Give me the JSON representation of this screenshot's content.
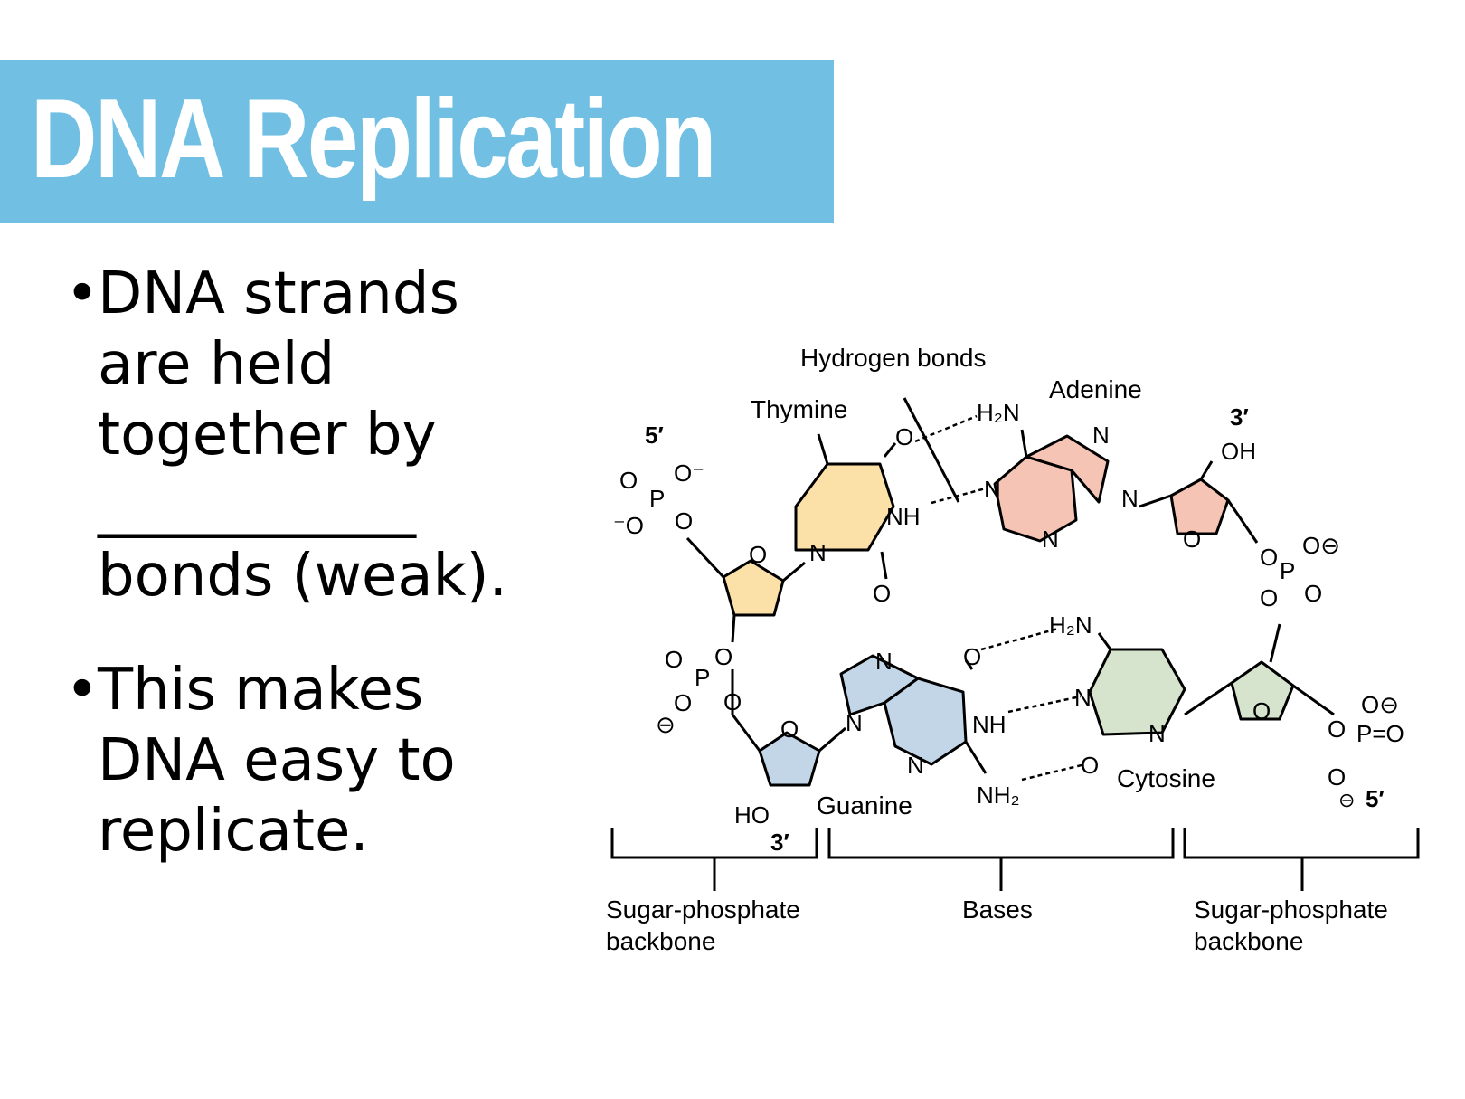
{
  "title": "DNA Replication",
  "bullets": [
    {
      "lines": [
        "DNA strands",
        "are held",
        "together by",
        "___________",
        "bonds (weak)."
      ]
    },
    {
      "lines": [
        "This makes",
        "DNA easy to",
        "replicate."
      ]
    }
  ],
  "diagram": {
    "labels": {
      "hydrogen_bonds": "Hydrogen bonds",
      "thymine": "Thymine",
      "adenine": "Adenine",
      "guanine": "Guanine",
      "cytosine": "Cytosine",
      "five_prime_top": "5′",
      "three_prime_top": "3′",
      "three_prime_bottom": "3′",
      "five_prime_bottom": "5′",
      "oh": "OH",
      "ho": "HO"
    },
    "brackets": [
      {
        "line1": "Sugar-phosphate",
        "line2": "backbone"
      },
      {
        "line1": "Bases",
        "line2": ""
      },
      {
        "line1": "Sugar-phosphate",
        "line2": "backbone"
      }
    ],
    "colors": {
      "thymine": "#fbe1a8",
      "adenine": "#f6c4b4",
      "guanine": "#c3d6e8",
      "cytosine": "#d6e3cd",
      "title_bar": "#71c0e3"
    }
  }
}
